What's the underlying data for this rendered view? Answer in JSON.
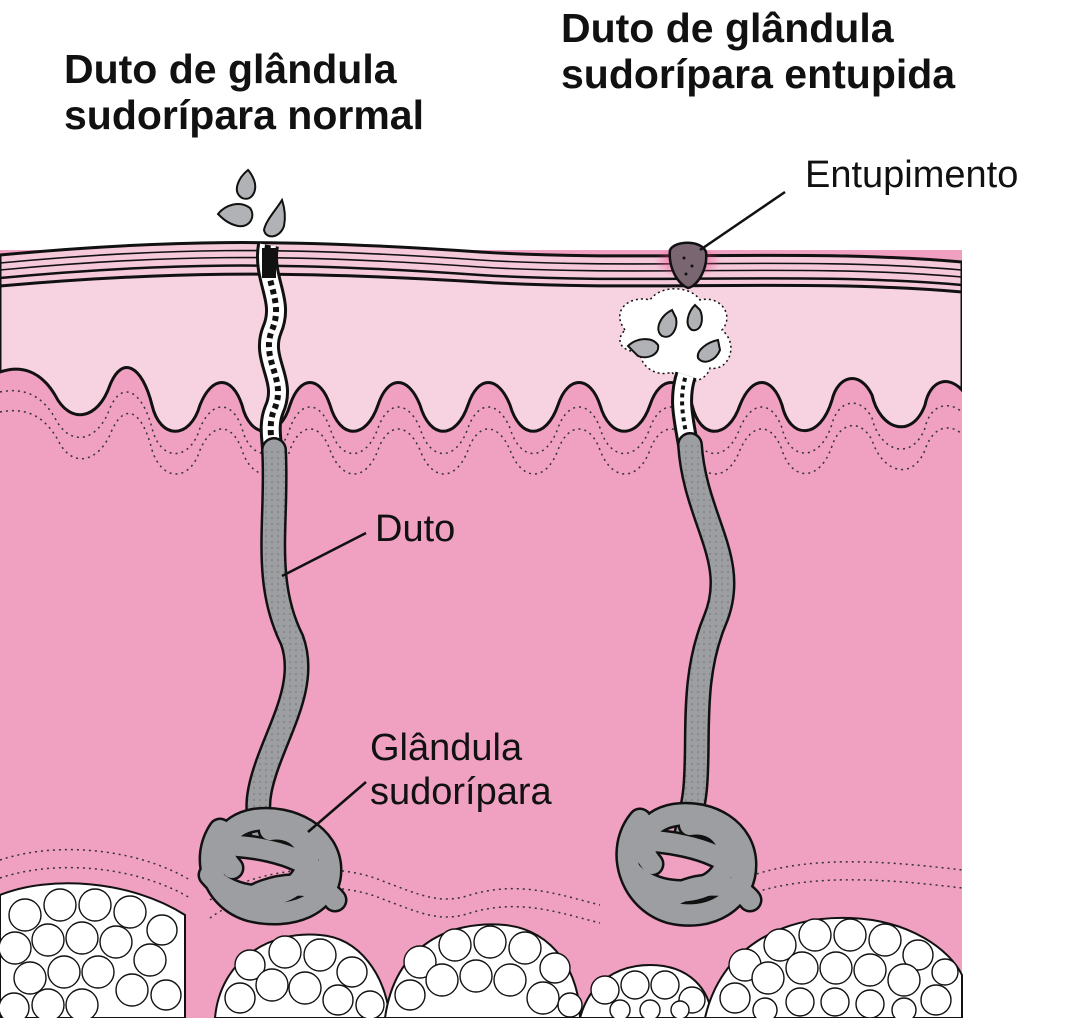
{
  "titles": {
    "normal": [
      "Duto de glândula",
      "sudorípara normal"
    ],
    "blocked": [
      "Duto de glândula",
      "sudorípara entupida"
    ]
  },
  "labels": {
    "blockage": "Entupimento",
    "duct": "Duto",
    "gland": [
      "Glândula",
      "sudorípara"
    ]
  },
  "colors": {
    "outer_skin": "#f5c9d9",
    "epidermis": "#f7d3e1",
    "dermis": "#f0a0c0",
    "blockage_glow": "#e8418a",
    "duct": "#9c9ea1",
    "fat_cell": "#ffffff",
    "outline": "#111111"
  }
}
